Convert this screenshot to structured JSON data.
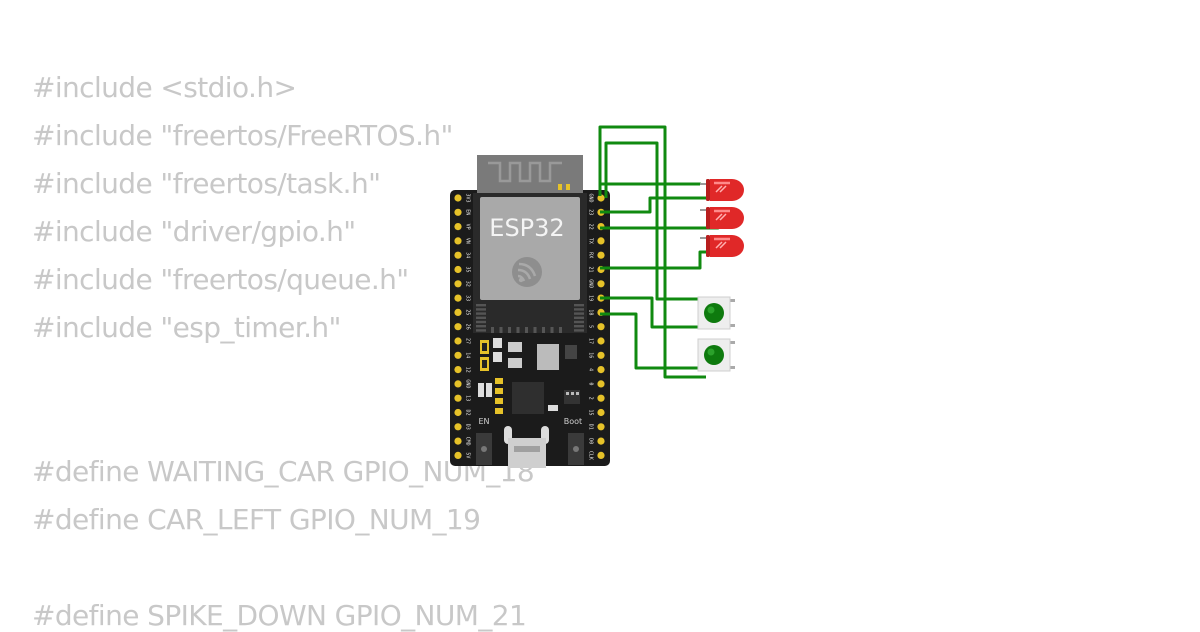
{
  "code": {
    "lines": [
      "#include <stdio.h>",
      "#include \"freertos/FreeRTOS.h\"",
      "#include \"freertos/task.h\"",
      "#include \"driver/gpio.h\"",
      "#include \"freertos/queue.h\"",
      "#include \"esp_timer.h\"",
      "#define WAITING_CAR GPIO_NUM_18",
      "#define CAR_LEFT GPIO_NUM_19",
      "#define SPIKE_DOWN GPIO_NUM_21"
    ]
  },
  "board": {
    "label": "ESP32",
    "en_label": "EN",
    "boot_label": "Boot",
    "left_pins": [
      "3V3",
      "EN",
      "VP",
      "VN",
      "34",
      "35",
      "32",
      "33",
      "25",
      "26",
      "27",
      "14",
      "12",
      "GND",
      "13",
      "D2",
      "D3",
      "CMD",
      "5V"
    ],
    "right_pins": [
      "GND",
      "23",
      "22",
      "TX",
      "RX",
      "21",
      "GND",
      "19",
      "18",
      "5",
      "17",
      "16",
      "4",
      "0",
      "2",
      "15",
      "D1",
      "D0",
      "CLK"
    ]
  },
  "components": {
    "leds": [
      "led-1",
      "led-2",
      "led-3"
    ],
    "buttons": [
      "button-1",
      "button-2"
    ]
  },
  "colors": {
    "code_text": "#c8c8c8",
    "board": "#1b1b1b",
    "pin_gold": "#e6c229",
    "wire": "#108a10",
    "led": "#e02828",
    "button_cap": "#0e7a0e",
    "module_shield": "#a9a9a9"
  }
}
